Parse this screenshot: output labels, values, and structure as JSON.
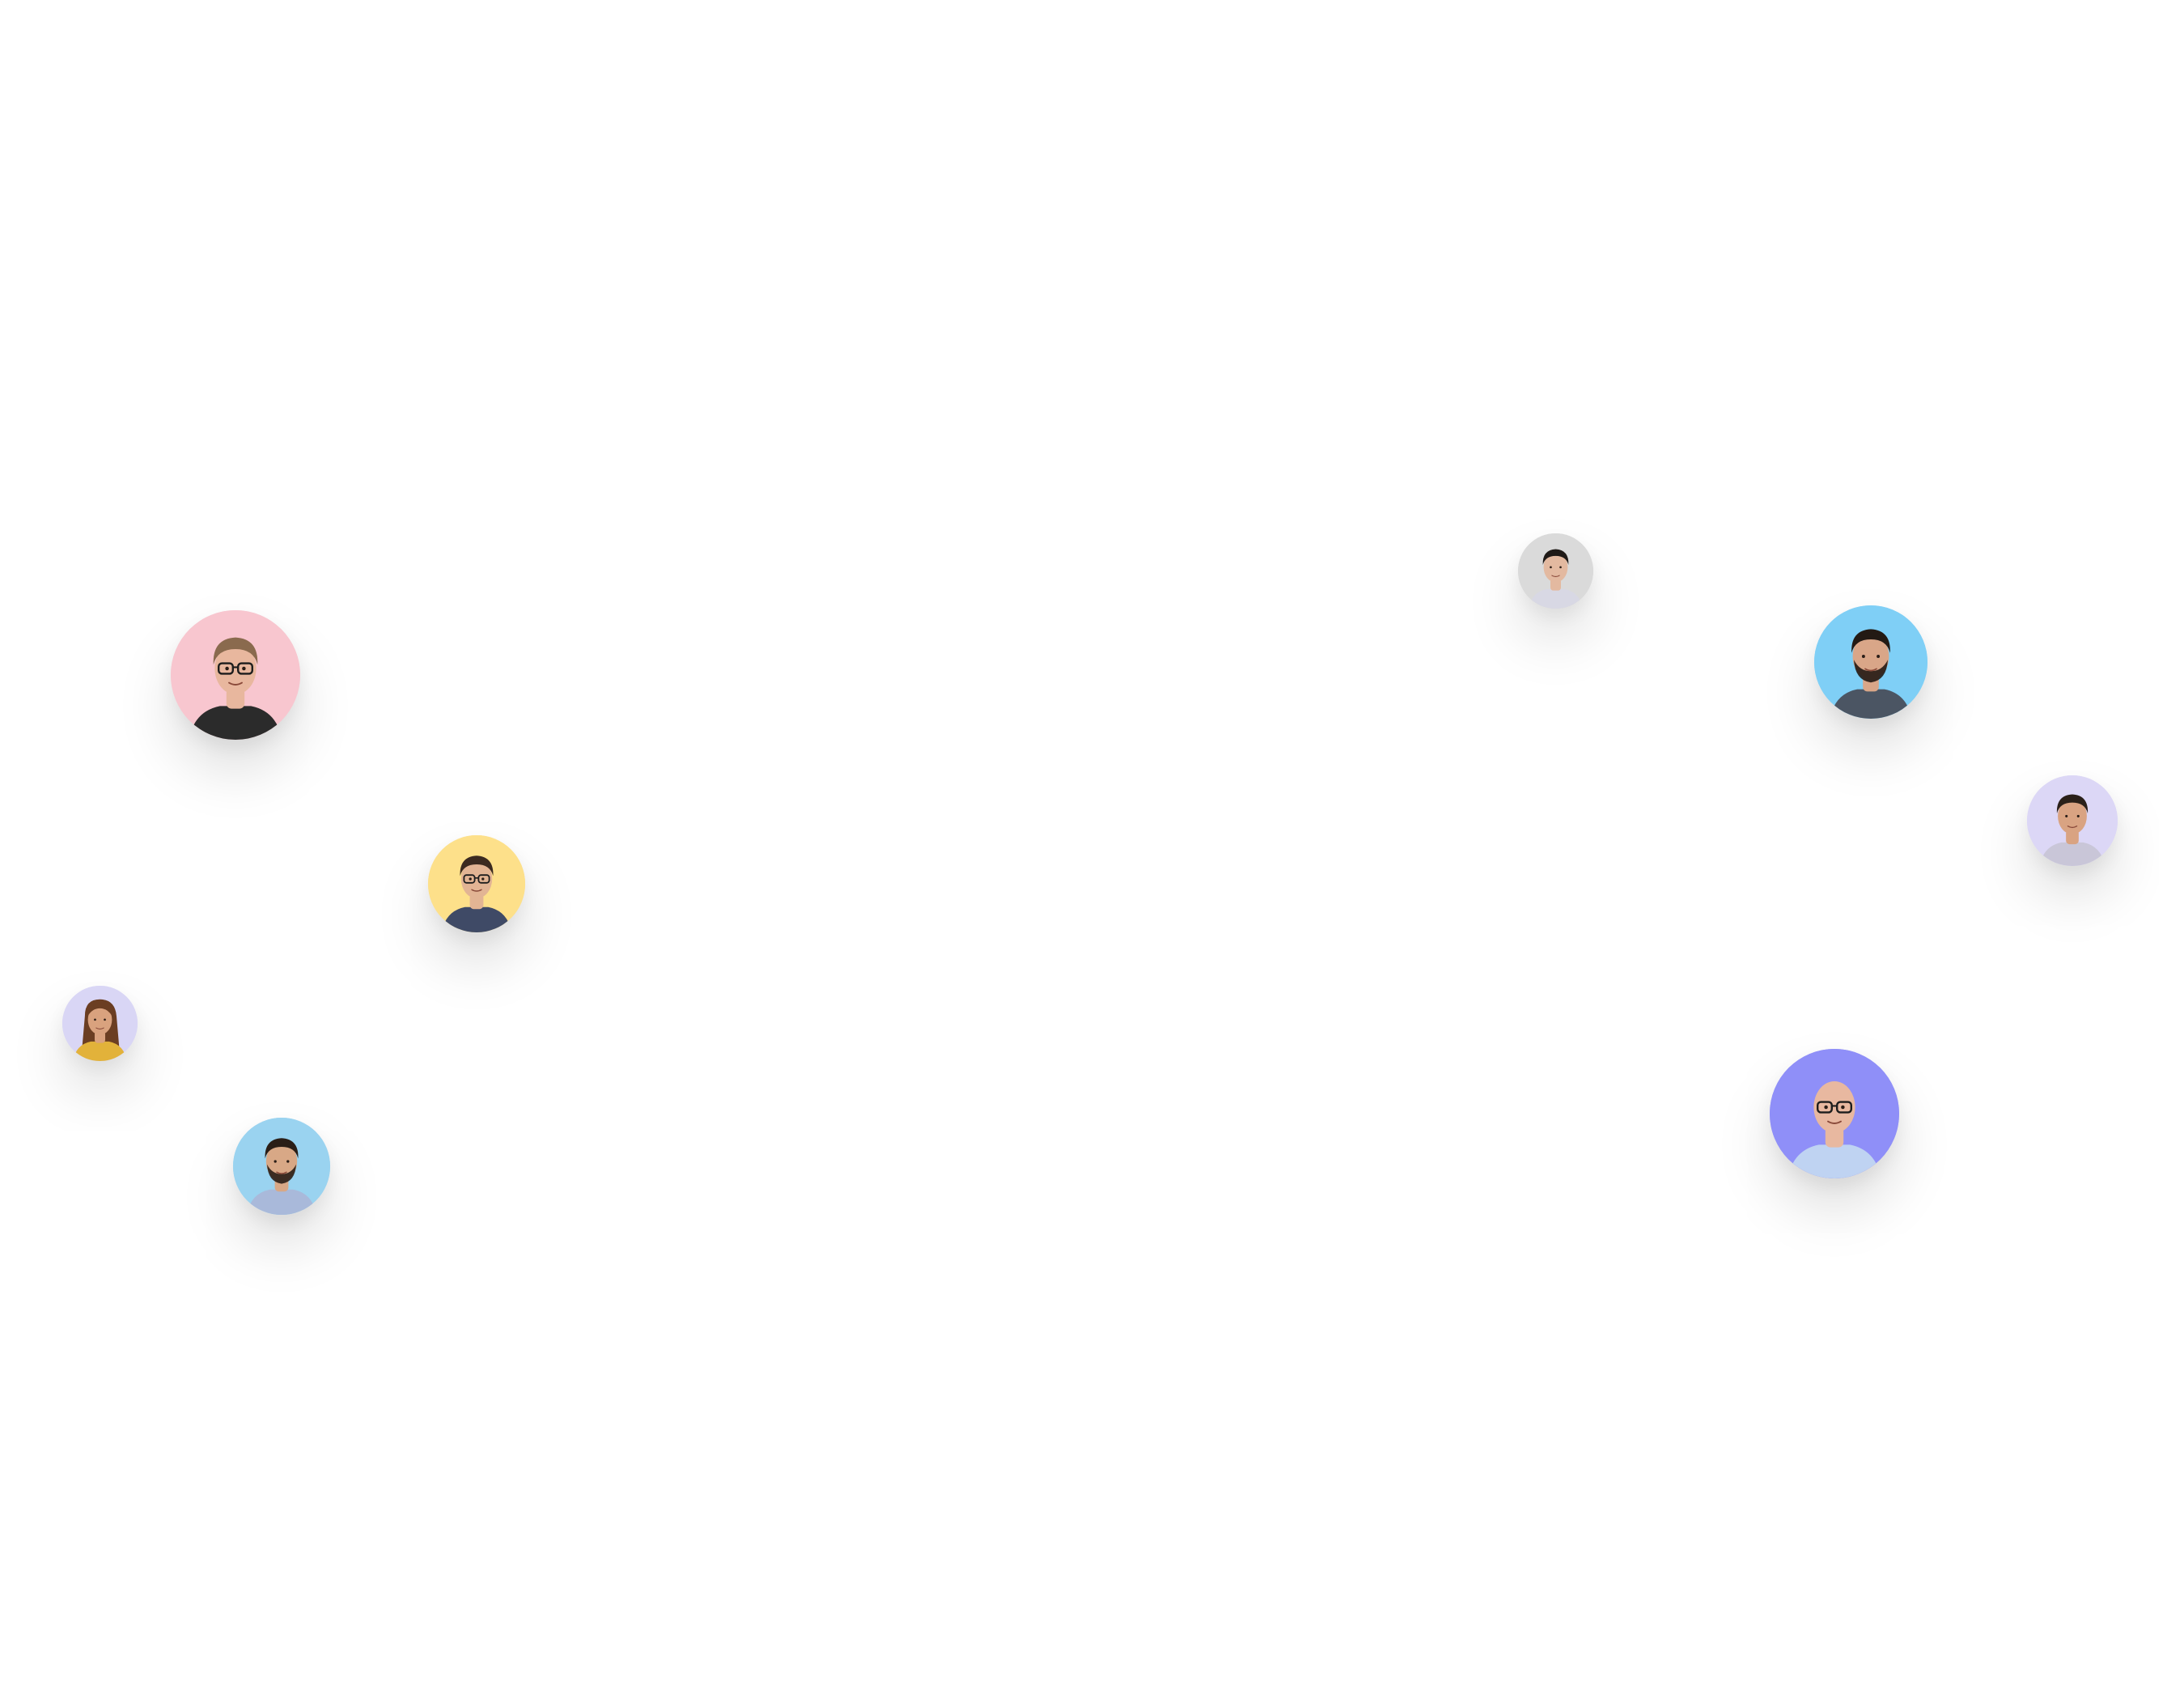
{
  "avatars": [
    {
      "name": "avatar-woman-glasses",
      "bg": "#F8C6CF",
      "skin": "#E8B79E",
      "hair": "#8A6A4E",
      "shirt": "#2B2B2B",
      "glasses": true,
      "beard": false,
      "bald": false,
      "long_hair": false
    },
    {
      "name": "avatar-man-glasses-yellow",
      "bg": "#FDE08A",
      "skin": "#E2B494",
      "hair": "#3B2A20",
      "shirt": "#3F4A66",
      "glasses": true,
      "beard": false,
      "bald": false,
      "long_hair": false
    },
    {
      "name": "avatar-woman-long-hair",
      "bg": "#D9D6F5",
      "skin": "#D9A27E",
      "hair": "#6B3E22",
      "shirt": "#E2B23A",
      "glasses": false,
      "beard": false,
      "bald": false,
      "long_hair": true
    },
    {
      "name": "avatar-man-beard-blue",
      "bg": "#9AD3F0",
      "skin": "#D8A886",
      "hair": "#2A1E17",
      "shirt": "#A9B9DA",
      "glasses": false,
      "beard": true,
      "bald": false,
      "long_hair": false
    },
    {
      "name": "avatar-man-gray",
      "bg": "#DADADA",
      "skin": "#E3B9A0",
      "hair": "#1F1A17",
      "shirt": "#D8D8E4",
      "glasses": false,
      "beard": false,
      "bald": false,
      "long_hair": false
    },
    {
      "name": "avatar-man-beard-cyan",
      "bg": "#7FCFF6",
      "skin": "#D9A688",
      "hair": "#231A14",
      "shirt": "#4B5563",
      "glasses": false,
      "beard": true,
      "bald": false,
      "long_hair": false
    },
    {
      "name": "avatar-man-smile-lavender",
      "bg": "#DCD7F6",
      "skin": "#D9A382",
      "hair": "#2A2019",
      "shirt": "#C9C6D8",
      "glasses": false,
      "beard": false,
      "bald": false,
      "long_hair": false
    },
    {
      "name": "avatar-bald-man-glasses",
      "bg": "#8F8FF8",
      "skin": "#E8B8A0",
      "hair": "#E8B8A0",
      "shirt": "#BFD3F2",
      "glasses": true,
      "beard": false,
      "bald": true,
      "long_hair": false
    }
  ]
}
